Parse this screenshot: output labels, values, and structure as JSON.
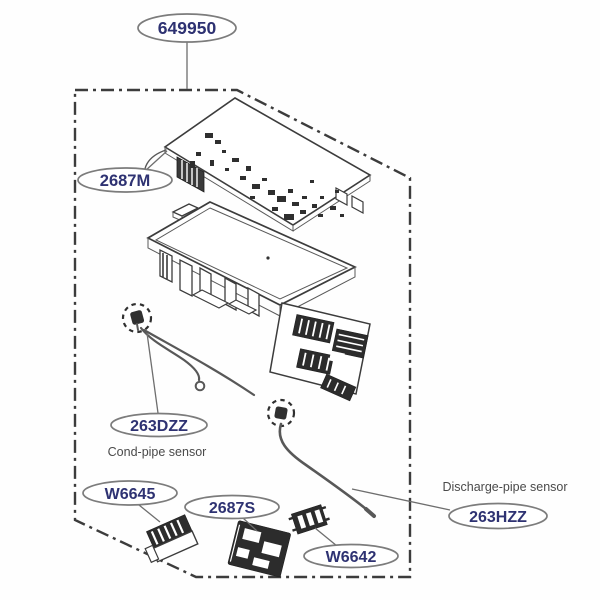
{
  "background": "#fefefe",
  "colors": {
    "line": "#3c3c3c",
    "oval_stroke": "#7c7c7c",
    "part_number_text": "#2e3272",
    "caption_text": "#4a4a4a",
    "wire": "#585858"
  },
  "callouts": [
    {
      "id": "assembly-649950",
      "label": "649950"
    },
    {
      "id": "pcb-2687m",
      "label": "2687M"
    },
    {
      "id": "sensor-263dzz",
      "label": "263DZZ"
    },
    {
      "id": "connector-w6645",
      "label": "W6645"
    },
    {
      "id": "pcb-2687s",
      "label": "2687S"
    },
    {
      "id": "connector-w6642",
      "label": "W6642"
    },
    {
      "id": "sensor-263hzz",
      "label": "263HZZ"
    }
  ],
  "captions": [
    {
      "id": "cond-pipe-sensor",
      "text": "Cond-pipe sensor"
    },
    {
      "id": "discharge-pipe-sensor",
      "text": "Discharge-pipe sensor"
    }
  ]
}
